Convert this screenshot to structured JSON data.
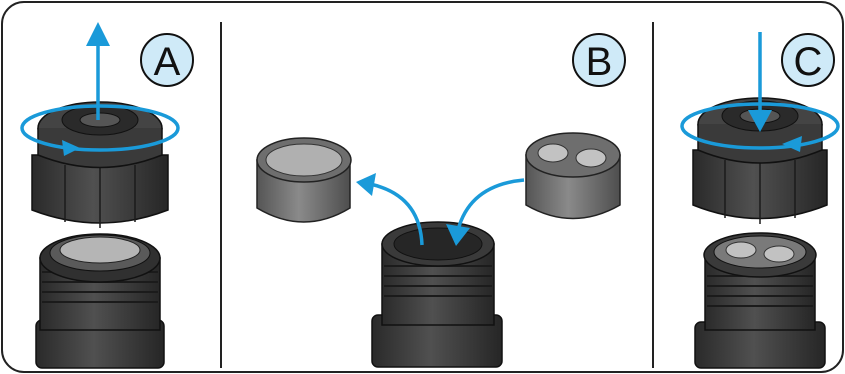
{
  "colors": {
    "accent": "#1a9ad9",
    "badge_fill": "#cfeaf8",
    "dark_part": "#3b3b3b",
    "grey_part": "#6b6b6b",
    "insert_face": "#a9a9a9",
    "frame": "#222222"
  },
  "panels": [
    {
      "id": "A",
      "letter": "A"
    },
    {
      "id": "B",
      "letter": "B"
    },
    {
      "id": "C",
      "letter": "C"
    }
  ]
}
